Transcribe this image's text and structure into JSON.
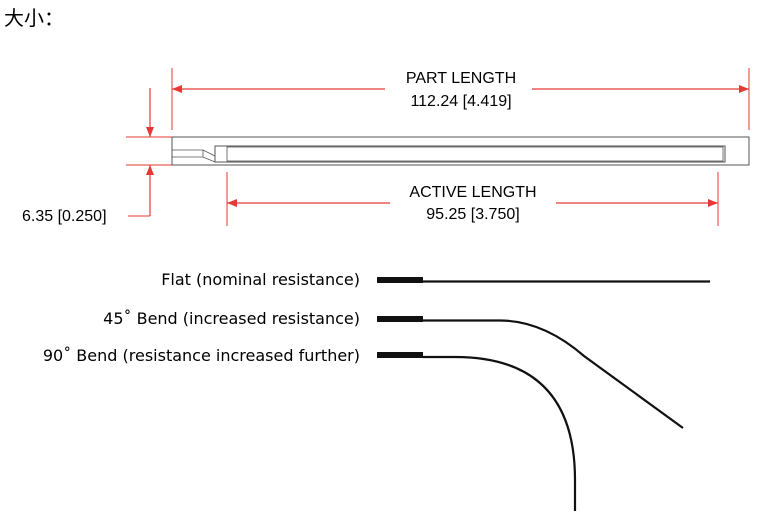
{
  "title": "大小：",
  "dimensions": {
    "part_length_label": "PART LENGTH",
    "part_length_value": "112.24 [4.419]",
    "active_length_label": "ACTIVE LENGTH",
    "active_length_value": "95.25 [3.750]",
    "width_value": "6.35 [0.250]"
  },
  "bend_states": [
    {
      "label": "Flat (nominal resistance)",
      "bend_degrees": 0
    },
    {
      "label": "45˚ Bend (increased resistance)",
      "bend_degrees": 45
    },
    {
      "label": "90˚ Bend (resistance increased further)",
      "bend_degrees": 90
    }
  ],
  "colors": {
    "dimension_line": "#e53935",
    "outline": "#555555",
    "sensor": "#111111"
  }
}
